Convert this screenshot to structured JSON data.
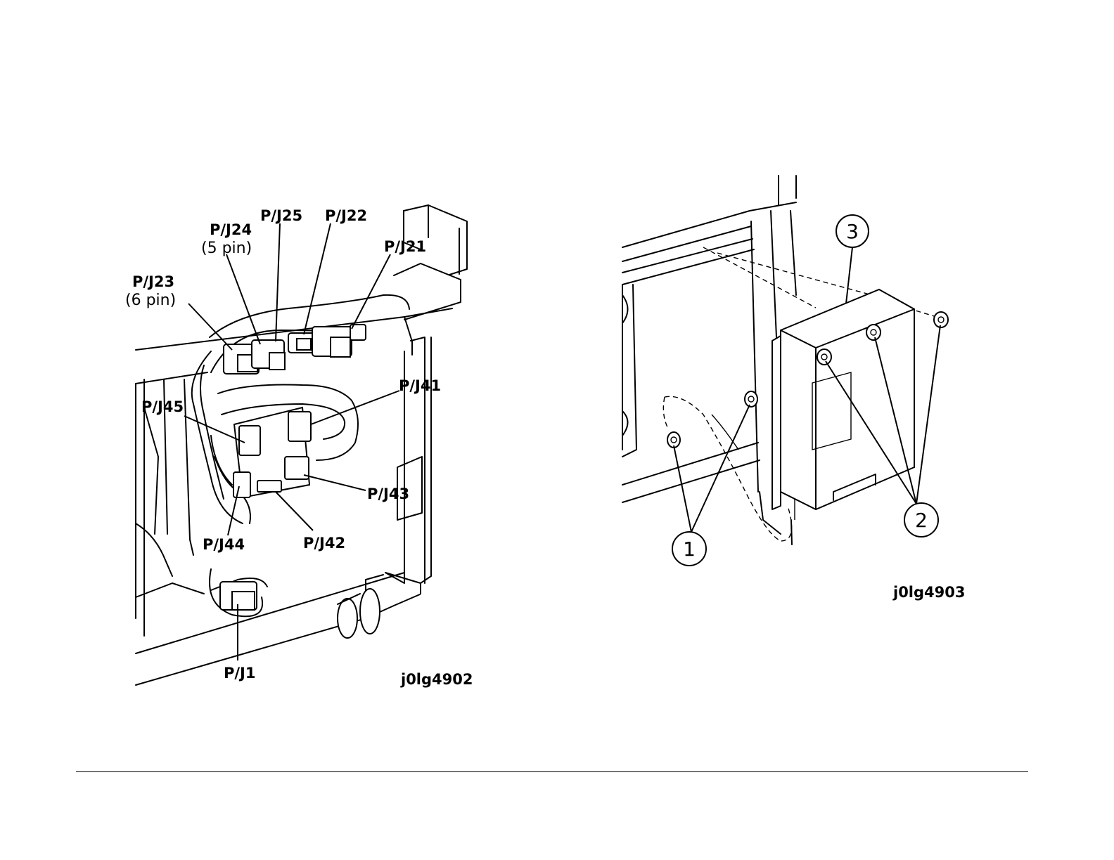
{
  "figure_left": {
    "caption": "j0lg4902",
    "connectors": [
      {
        "id": "pj23",
        "label": "P/J23",
        "sub": "(6 pin)"
      },
      {
        "id": "pj24",
        "label": "P/J24",
        "sub": "(5 pin)"
      },
      {
        "id": "pj25",
        "label": "P/J25",
        "sub": ""
      },
      {
        "id": "pj22",
        "label": "P/J22",
        "sub": ""
      },
      {
        "id": "pj21",
        "label": "P/J21",
        "sub": ""
      },
      {
        "id": "pj41",
        "label": "P/J41",
        "sub": ""
      },
      {
        "id": "pj45",
        "label": "P/J45",
        "sub": ""
      },
      {
        "id": "pj43",
        "label": "P/J43",
        "sub": ""
      },
      {
        "id": "pj44",
        "label": "P/J44",
        "sub": ""
      },
      {
        "id": "pj42",
        "label": "P/J42",
        "sub": ""
      },
      {
        "id": "pj1",
        "label": "P/J1",
        "sub": ""
      }
    ]
  },
  "figure_right": {
    "caption": "j0lg4903",
    "callouts": [
      {
        "id": "c1",
        "number": "1"
      },
      {
        "id": "c2",
        "number": "2"
      },
      {
        "id": "c3",
        "number": "3"
      }
    ]
  }
}
